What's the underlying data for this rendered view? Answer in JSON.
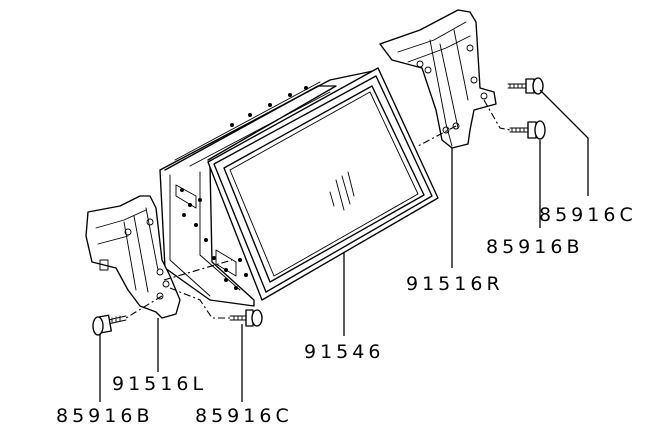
{
  "parts": {
    "display_unit": "91546",
    "bracket_right": "91516R",
    "bracket_left": "91516L",
    "bolt_right_upper": "85916C",
    "bolt_right_lower": "85916B",
    "bolt_left_lower": "85916B",
    "bolt_left_front": "85916C"
  },
  "colors": {
    "line": "#000000",
    "background": "#ffffff"
  }
}
